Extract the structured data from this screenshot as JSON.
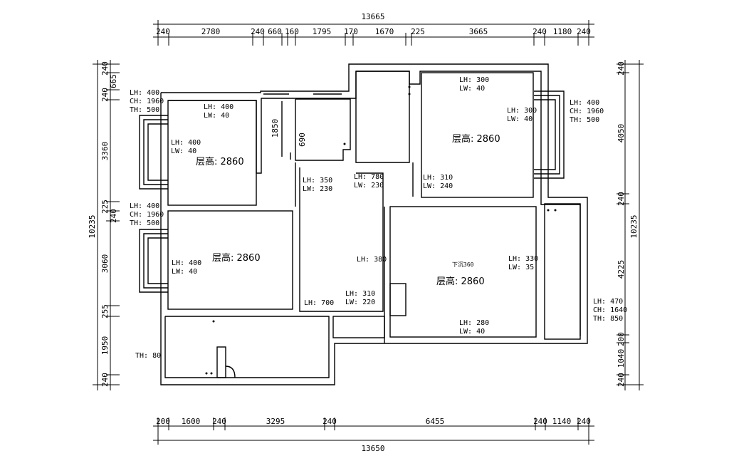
{
  "dimensions": {
    "top_total": "13665",
    "top_segments": [
      "240",
      "2780",
      "240",
      "660",
      "160",
      "1795",
      "170",
      "1670",
      "225",
      "3665",
      "240",
      "1180",
      "240"
    ],
    "bottom_total": "13650",
    "bottom_segments": [
      "200",
      "1600",
      "240",
      "3295",
      "240",
      "6455",
      "240",
      "1140",
      "240"
    ],
    "left_total": "10235",
    "left_segments": [
      "240",
      "665",
      "240",
      "3360",
      "225",
      "240",
      "3060",
      "255",
      "1950",
      "240"
    ],
    "right_total": "10235",
    "right_segments": [
      "240",
      "4050",
      "240",
      "4225",
      "200",
      "1040",
      "240"
    ]
  },
  "small_dims": {
    "d1850": "1850",
    "d690": "690"
  },
  "rooms": [
    {
      "label": "层高: 2860"
    },
    {
      "label": "层高: 2860"
    },
    {
      "label": "层高: 2860"
    },
    {
      "label": "层高: 2860"
    }
  ],
  "annotations": {
    "a1": [
      "LH: 400",
      "CH: 1960",
      "TH: 500"
    ],
    "a2": [
      "LH: 400",
      "LW: 40"
    ],
    "a3": [
      "LH: 400",
      "LW: 40"
    ],
    "a4": [
      "LH: 400",
      "CH: 1960",
      "TH: 500"
    ],
    "a5": [
      "LH: 400",
      "LW: 40"
    ],
    "a6": [
      "LH: 300",
      "LW: 40"
    ],
    "a7": [
      "LH: 300",
      "LW: 40"
    ],
    "a8": [
      "LH: 400",
      "CH: 1960",
      "TH: 500"
    ],
    "a9": [
      "LH: 310",
      "LW: 240"
    ],
    "a10": [
      "LH: 350",
      "LW: 230"
    ],
    "a11": [
      "LH: 780",
      "LW: 230"
    ],
    "a12": [
      "LH: 380"
    ],
    "a13": [
      "LH: 700"
    ],
    "a14": [
      "LH: 310",
      "LW: 220"
    ],
    "a15": [
      "LH: 330",
      "LW: 35"
    ],
    "a16": [
      "下沉360"
    ],
    "a17": [
      "LH: 280",
      "LW: 40"
    ],
    "a18": [
      "LH: 470",
      "CH: 1640",
      "TH: 850"
    ],
    "a19": [
      "TH: 80"
    ]
  }
}
